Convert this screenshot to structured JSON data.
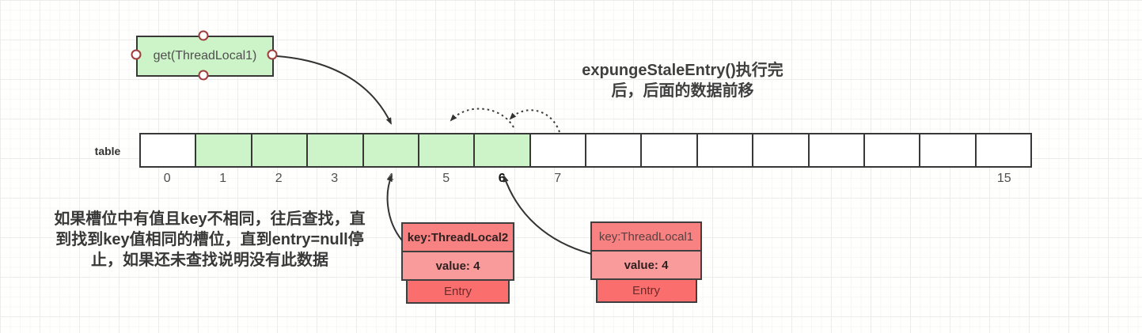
{
  "colors": {
    "green_fill": "#cdf3c8",
    "red_key": "#f88282",
    "red_value": "#fa9b9b",
    "red_entry": "#fb6e6e",
    "border_dark": "#383838",
    "handle_border": "#a03c3c",
    "arrow": "#333333"
  },
  "get_box": {
    "label": "get(ThreadLocal1)"
  },
  "title": {
    "line1": "expungeStaleEntry()执行完",
    "line2": "后，后面的数据前移"
  },
  "note": {
    "line1": "如果槽位中有值且key不相同，往后查找，直",
    "line2": "到找到key值相同的槽位，直到entry=null停",
    "line3": "止，如果还未查找说明没有此数据"
  },
  "array": {
    "label": "table",
    "cells": [
      {
        "label": "0",
        "green": false,
        "bold": false
      },
      {
        "label": "1",
        "green": true,
        "bold": false
      },
      {
        "label": "2",
        "green": true,
        "bold": false
      },
      {
        "label": "3",
        "green": true,
        "bold": false
      },
      {
        "label": "4",
        "green": true,
        "bold": false
      },
      {
        "label": "5",
        "green": true,
        "bold": false
      },
      {
        "label": "6",
        "green": true,
        "bold": true
      },
      {
        "label": "7",
        "green": false,
        "bold": false
      },
      {
        "label": "",
        "green": false,
        "bold": false
      },
      {
        "label": "",
        "green": false,
        "bold": false
      },
      {
        "label": "",
        "green": false,
        "bold": false
      },
      {
        "label": "",
        "green": false,
        "bold": false
      },
      {
        "label": "",
        "green": false,
        "bold": false
      },
      {
        "label": "",
        "green": false,
        "bold": false
      },
      {
        "label": "",
        "green": false,
        "bold": false
      },
      {
        "label": "15",
        "green": false,
        "bold": false
      }
    ]
  },
  "entries": [
    {
      "key": "key:ThreadLocal2",
      "value": "value: 4",
      "entry": "Entry"
    },
    {
      "key": "key:ThreadLocal1",
      "value": "value: 4",
      "entry": "Entry"
    }
  ]
}
